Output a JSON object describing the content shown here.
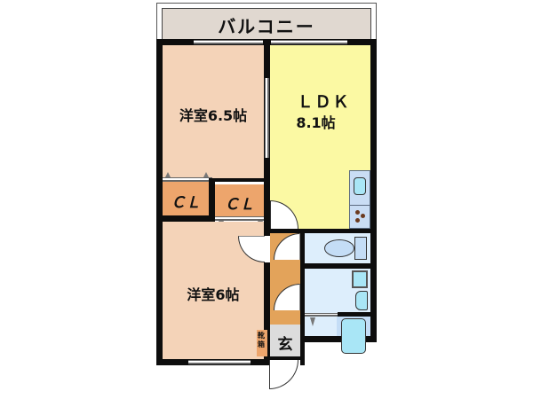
{
  "floorplan": {
    "balcony": {
      "label": "バルコニー",
      "color": "#e0d8d0"
    },
    "rooms": [
      {
        "id": "western-room-1",
        "label": "洋室6.5帖",
        "color": "#f4d3b8"
      },
      {
        "id": "ldk",
        "label_line1": "ＬＤＫ",
        "label_line2": "8.1帖",
        "color": "#fbf9a3"
      },
      {
        "id": "closet-1",
        "label": "ＣＬ",
        "color": "#eda56c"
      },
      {
        "id": "closet-2",
        "label": "ＣＬ",
        "color": "#eda56c"
      },
      {
        "id": "western-room-2",
        "label": "洋室6帖",
        "color": "#f4d3b8"
      },
      {
        "id": "entrance",
        "label": "玄",
        "color": "#dcdcdc"
      },
      {
        "id": "shoe-box",
        "label": "靴箱",
        "color": "#eda56c"
      },
      {
        "id": "hallway",
        "color": "#e3a35a"
      },
      {
        "id": "toilet",
        "color": "#ddeefc"
      },
      {
        "id": "washroom",
        "color": "#ddeefc"
      },
      {
        "id": "bathroom",
        "color": "#ddeefc"
      }
    ],
    "fixtures": {
      "sink_color": "#a9e6f6",
      "kitchen_counter_color": "#c9ddf4",
      "stove_burner_color": "#6b3a1e"
    },
    "wall_color": "#0d0d0d"
  }
}
